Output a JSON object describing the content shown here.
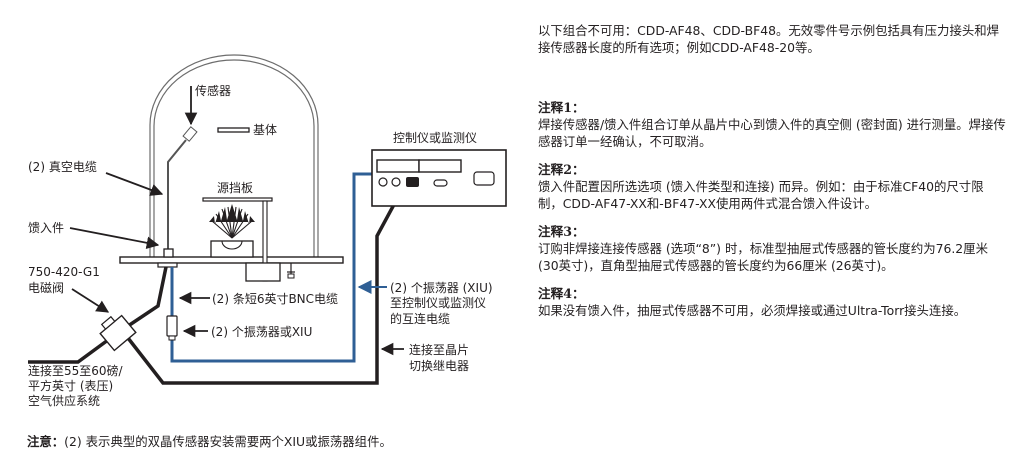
{
  "diagram": {
    "labels": {
      "sensor": "传感器",
      "substrate": "基体",
      "vacuum_cable": "(2) 真空电缆",
      "source_shutter": "源挡板",
      "feedthrough": "馈入件",
      "valve_part": "750-420-G1",
      "valve_name": "电磁阀",
      "air_supply_1": "连接至55至60磅/",
      "air_supply_2": "平方英寸 (表压)",
      "air_supply_3": "空气供应系统",
      "bnc_cable": "(2) 条短6英寸BNC电缆",
      "oscillator": "(2) 个振荡器或XIU",
      "controller": "控制仪或监测仪",
      "interconnect_1": "(2) 个振荡器 (XIU)",
      "interconnect_2": "至控制仪或监测仪",
      "interconnect_3": "的互连电缆",
      "relay_1": "连接至晶片",
      "relay_2": "切换继电器"
    },
    "colors": {
      "line": "#231f20",
      "blue_cable": "#2f5f95",
      "chamber_gray": "#7a7a7a"
    }
  },
  "notes": {
    "intro": "以下组合不可用：CDD-AF48、CDD-BF48。无效零件号示例包括具有压力接头和焊接传感器长度的所有选项；例如CDD-AF48-20等。",
    "items": [
      {
        "title": "注释1：",
        "body": "焊接传感器/馈入件组合订单从晶片中心到馈入件的真空侧 (密封面) 进行测量。焊接传感器订单一经确认，不可取消。"
      },
      {
        "title": "注释2：",
        "body": "馈入件配置因所选选项 (馈入件类型和连接) 而异。例如：由于标准CF40的尺寸限制，CDD-AF47-XX和-BF47-XX使用两件式混合馈入件设计。"
      },
      {
        "title": "注释3：",
        "body": "订购非焊接连接传感器 (选项“8”) 时，标准型抽屉式传感器的管长度约为76.2厘米 (30英寸)，直角型抽屉式传感器的管长度约为66厘米 (26英寸)。"
      },
      {
        "title": "注释4：",
        "body": "如果没有馈入件，抽屉式传感器不可用，必须焊接或通过Ultra-Torr接头连接。"
      }
    ]
  },
  "footer": {
    "label": "注意：",
    "text": "(2) 表示典型的双晶传感器安装需要两个XIU或振荡器组件。"
  }
}
